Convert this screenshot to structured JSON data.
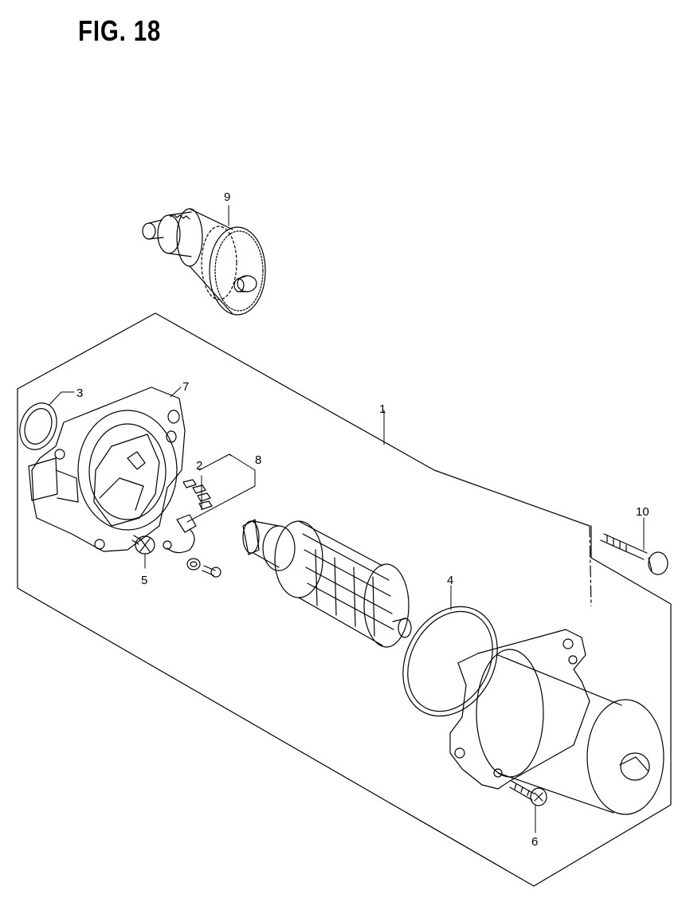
{
  "figure": {
    "title": "FIG. 18"
  },
  "callouts": {
    "c1": "1",
    "c2": "2",
    "c3": "3",
    "c4": "4",
    "c5": "5",
    "c6": "6",
    "c7": "7",
    "c8": "8",
    "c9": "9",
    "c10": "10"
  }
}
